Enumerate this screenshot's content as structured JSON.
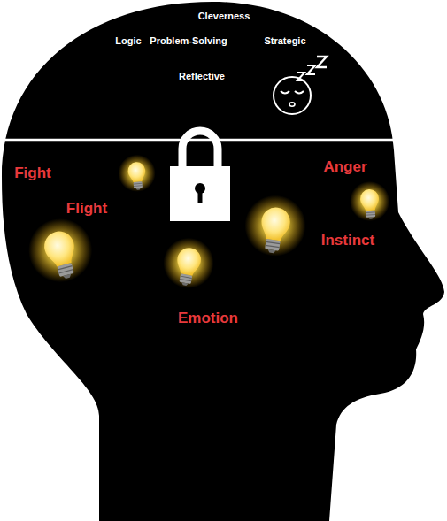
{
  "diagram": {
    "labels": [
      "Cleverness",
      "Logic",
      "Problem-Solving",
      "Strategic",
      "Reflective",
      "Fight",
      "Flight",
      "Anger",
      "Instinct",
      "Emotion"
    ]
  }
}
